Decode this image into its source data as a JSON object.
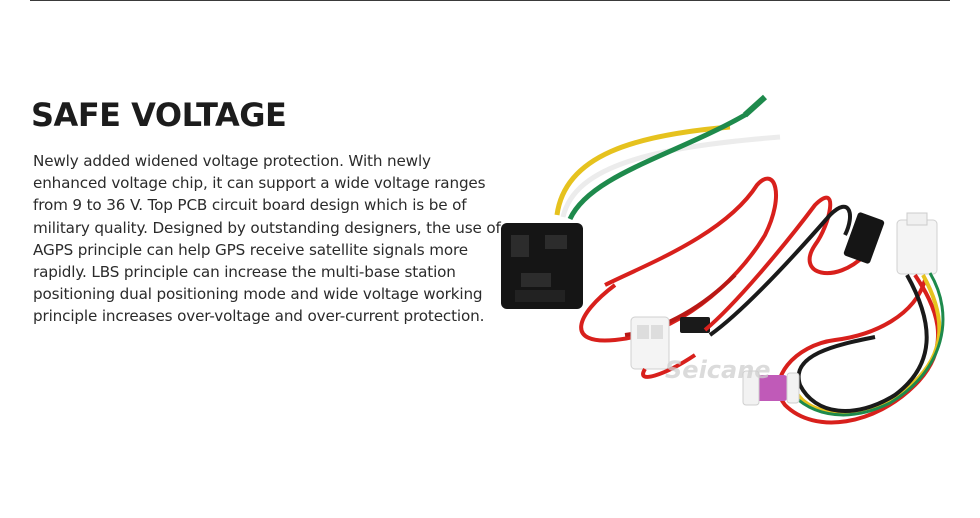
{
  "section": {
    "title": "SAFE VOLTAGE",
    "description": "Newly added widened voltage protection. With newly enhanced voltage chip, it can support a wide voltage ranges from 9 to 36 V. Top PCB circuit board design which is be of military quality. Designed by outstanding designers, the use of AGPS principle can help GPS receive satellite signals more rapidly. LBS principle can increase the multi-base station positioning dual positioning mode and wide voltage working principle increases over-voltage and over-current protection."
  },
  "product_image": {
    "subject": "wiring harness with relay, connectors and fuse",
    "watermark": "Seicane"
  },
  "colors": {
    "wire_red": "#d8201c",
    "wire_yellow": "#e6c21e",
    "wire_green": "#1e8a4c",
    "wire_black": "#1a1a1a",
    "fuse_pink": "#c05ab8",
    "relay_black": "#151515"
  }
}
